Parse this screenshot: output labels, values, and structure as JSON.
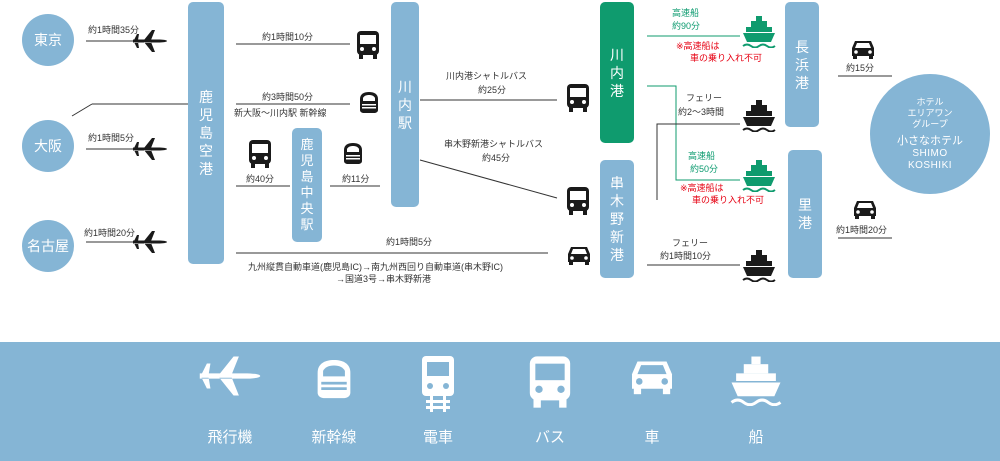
{
  "origins": {
    "tokyo": "東京",
    "osaka": "大阪",
    "nagoya": "名古屋"
  },
  "hubs": {
    "airport": [
      "鹿",
      "児",
      "島",
      "空",
      "港"
    ],
    "chuo": [
      "鹿",
      "児",
      "島",
      "中",
      "央",
      "駅"
    ],
    "sendai_st": [
      "川",
      "内",
      "駅"
    ],
    "sendai_port": [
      "川",
      "内",
      "港"
    ],
    "kushikino": [
      "串",
      "木",
      "野",
      "新",
      "港"
    ],
    "nagahama": [
      "長",
      "浜",
      "港"
    ],
    "sato": [
      "里",
      "港"
    ]
  },
  "hotel": {
    "line1": "ホテル",
    "line2": "エリアワン",
    "line3": "グループ",
    "line4": "小さなホテル",
    "line5": "SHIMO",
    "line6": "KOSHIKI"
  },
  "labels": {
    "tokyo_flight": "約1時間35分",
    "osaka_flight": "約1時間5分",
    "nagoya_flight": "約1時間20分",
    "airport_bus_sendai": "約1時間10分",
    "osaka_shinkansen": "約3時間50分",
    "osaka_shinkansen_note": "新大阪～川内駅 新幹線",
    "airport_bus_chuo": "約40分",
    "chuo_shinkansen": "約11分",
    "sendai_shuttle_name": "川内港シャトルバス",
    "sendai_shuttle_time": "約25分",
    "kushikino_shuttle_name": "串木野新港シャトルバス",
    "kushikino_shuttle_time": "約45分",
    "car_time": "約1時間5分",
    "car_route_1": "九州縦貫自動車道(鹿児島IC)→南九州西回り自動車道(串木野IC)",
    "car_route_2": "→国道3号→串木野新港",
    "hs1_name": "高速船",
    "hs1_time": "約90分",
    "hs1_note_1": "※高速船は",
    "hs1_note_2": "車の乗り入れ不可",
    "ferry1_name": "フェリー",
    "ferry1_time": "約2～3時間",
    "hs2_name": "高速船",
    "hs2_time": "約50分",
    "hs2_note_1": "※高速船は",
    "hs2_note_2": "車の乗り入れ不可",
    "ferry2_name": "フェリー",
    "ferry2_time": "約1時間10分",
    "nagahama_car": "約15分",
    "sato_car": "約1時間20分"
  },
  "legend": {
    "plane": "飛行機",
    "shinkansen": "新幹線",
    "train": "電車",
    "bus": "バス",
    "car": "車",
    "ship": "船"
  },
  "colors": {
    "blue": "#85b5d5",
    "green": "#0f9b6e",
    "red": "#e60012",
    "icon": "#1a1a1a"
  }
}
